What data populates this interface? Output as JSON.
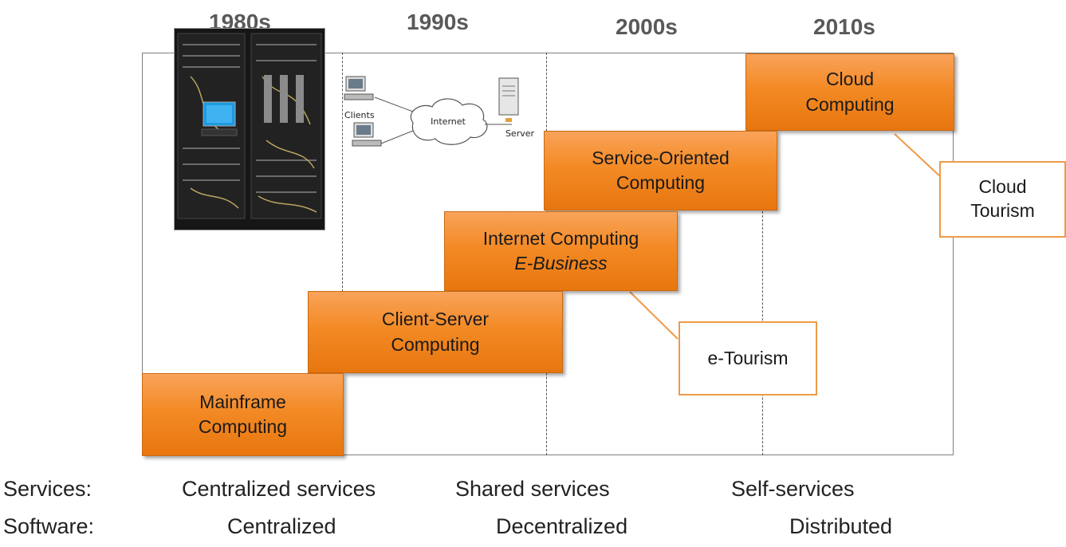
{
  "decades": [
    "1980s",
    "1990s",
    "2000s",
    "2010s"
  ],
  "network": {
    "clients_label": "Clients",
    "internet_label": "Internet",
    "server_label": "Server"
  },
  "stages": [
    {
      "lines": [
        "Cloud",
        "Computing"
      ]
    },
    {
      "lines": [
        "Service-Oriented",
        "Computing"
      ]
    },
    {
      "lines": [
        "Internet Computing",
        "E-Business"
      ]
    },
    {
      "lines": [
        "Client-Server",
        "Computing"
      ]
    },
    {
      "lines": [
        "Mainframe",
        "Computing"
      ]
    }
  ],
  "tourism": [
    {
      "lines": [
        "Cloud",
        "Tourism"
      ]
    },
    {
      "lines": [
        "e-Tourism"
      ]
    }
  ],
  "rows": {
    "services_label": "Services:",
    "services": [
      "Centralized services",
      "Shared services",
      "Self-services"
    ],
    "software_label": "Software:",
    "software": [
      "Centralized",
      "Decentralized",
      "Distributed"
    ]
  },
  "colors": {
    "orange_box": "#f38a25",
    "callout_border": "#ee9a4a",
    "callout_line": "#ee9a4a"
  }
}
